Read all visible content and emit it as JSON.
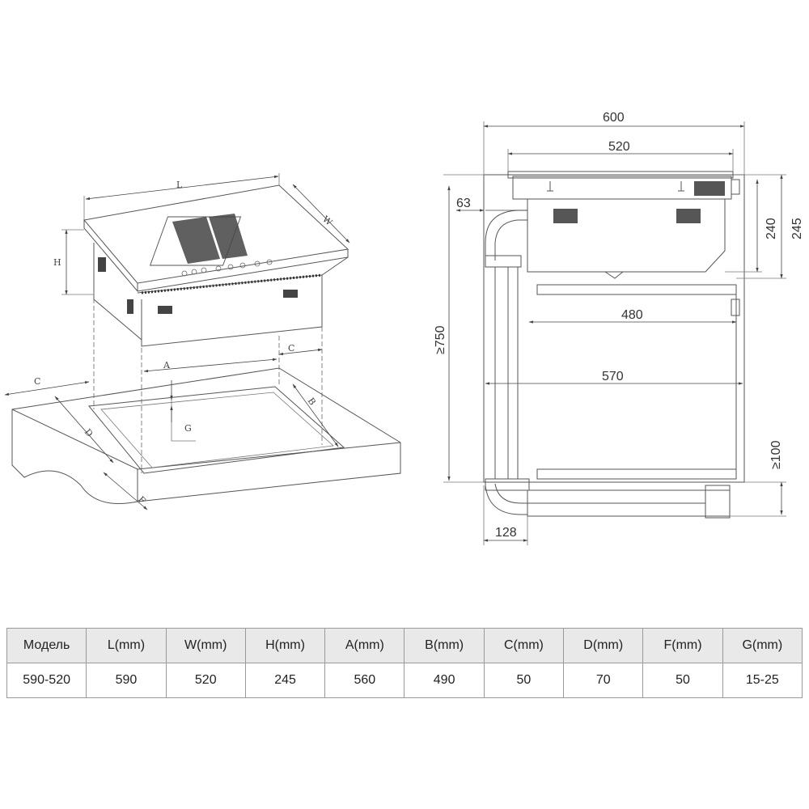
{
  "perspective_view": {
    "labels": {
      "L": "L",
      "W": "W",
      "H": "H",
      "A": "A",
      "B": "B",
      "C_left": "C",
      "C_right": "C",
      "D": "D",
      "F": "F",
      "G": "G"
    }
  },
  "side_view": {
    "dims": {
      "d600": "600",
      "d520": "520",
      "d63": "63",
      "d240": "240",
      "d245": "245",
      "d750": "≥750",
      "d480": "480",
      "d570": "570",
      "d100": "≥100",
      "d128": "128"
    }
  },
  "table": {
    "headers": [
      "Модель",
      "L(mm)",
      "W(mm)",
      "H(mm)",
      "A(mm)",
      "B(mm)",
      "C(mm)",
      "D(mm)",
      "F(mm)",
      "G(mm)"
    ],
    "rows": [
      [
        "590-520",
        "590",
        "520",
        "245",
        "560",
        "490",
        "50",
        "70",
        "50",
        "15-25"
      ]
    ]
  }
}
